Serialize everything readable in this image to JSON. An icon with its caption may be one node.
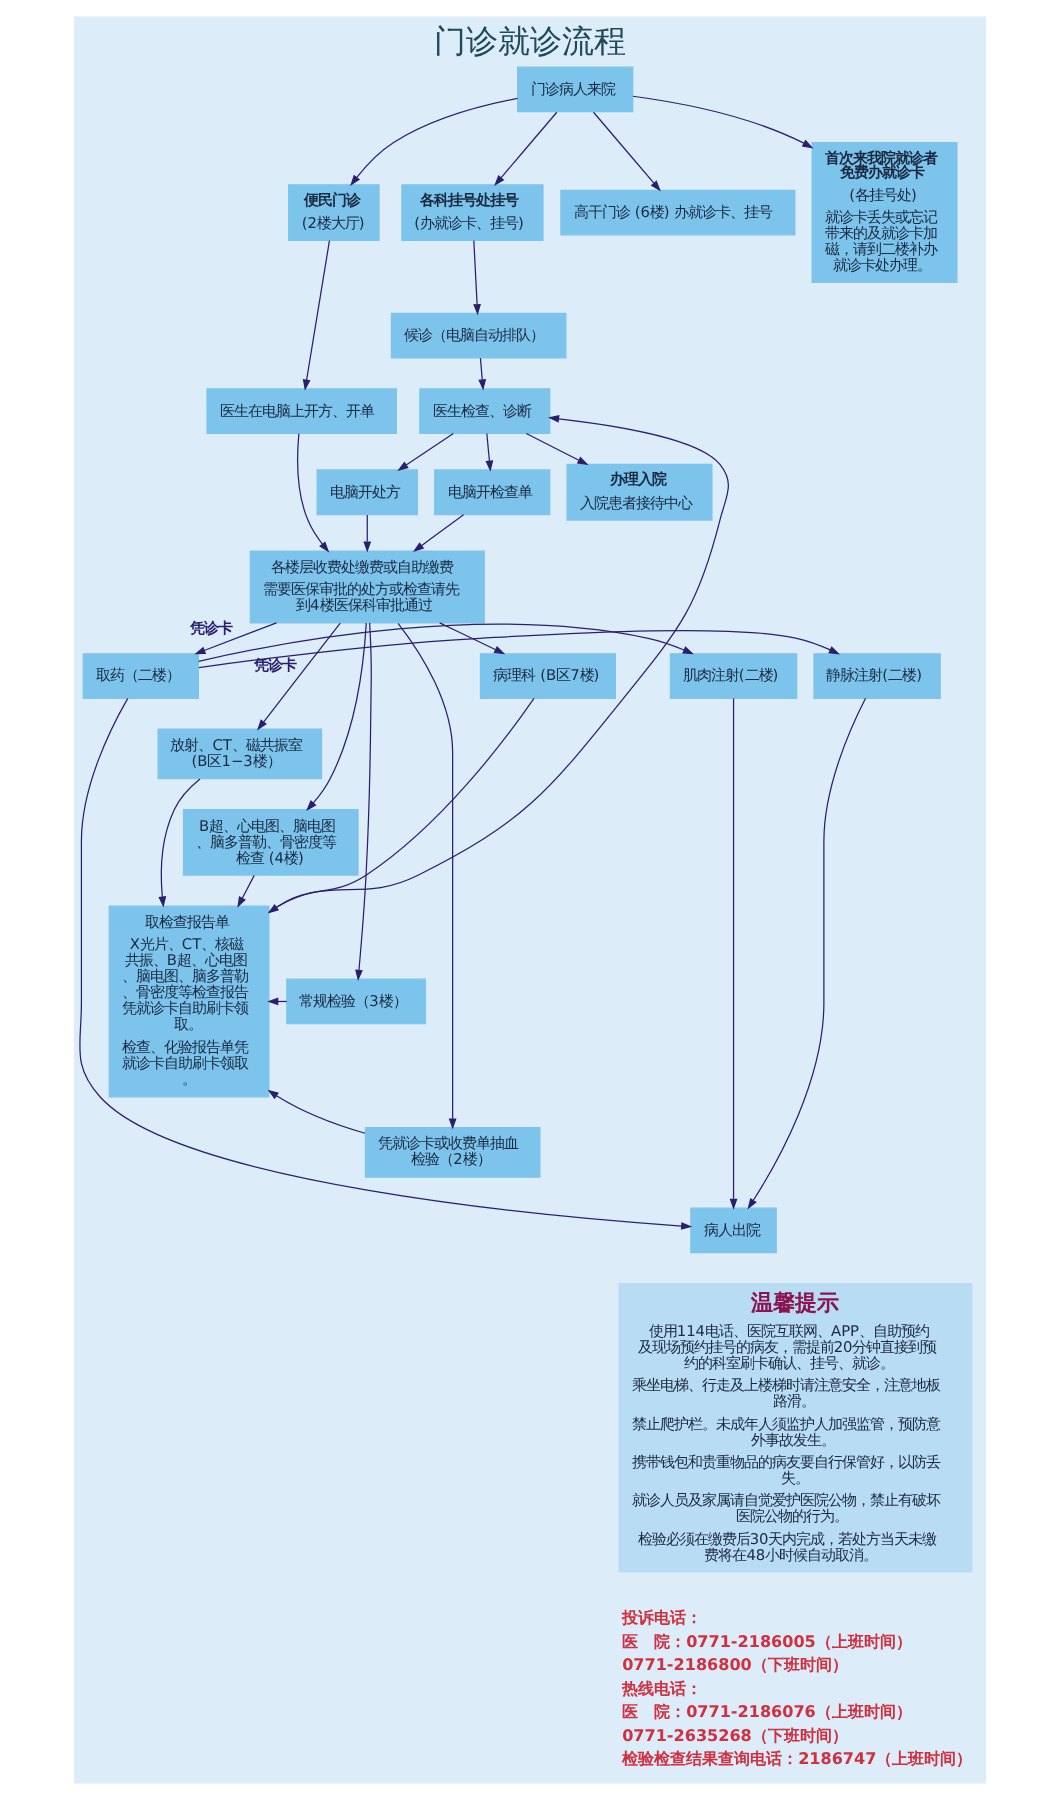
{
  "diagram": {
    "title": "门诊就诊流程",
    "nodes": [
      {
        "text": [
          "门诊病人来院"
        ]
      },
      {
        "text": [
          "便民门诊",
          "(2楼大厅)"
        ]
      },
      {
        "text": [
          "各科挂号处挂号",
          "(办就诊卡、挂号)"
        ]
      },
      {
        "text": [
          "高干门诊 (6楼) 办就诊卡、挂号"
        ]
      },
      {
        "text": [
          "首次来我院就诊者免费办就诊卡",
          "(各挂号处)",
          "就诊卡丢失或忘记带来的及就诊卡加磁，请到二楼补办就诊卡处办理。"
        ]
      },
      {
        "text": [
          "候诊（电脑自动排队）"
        ]
      },
      {
        "text": [
          "医生在电脑上开方、开单"
        ]
      },
      {
        "text": [
          "医生检查、诊断"
        ]
      },
      {
        "text": [
          "电脑开处方"
        ]
      },
      {
        "text": [
          "电脑开检查单"
        ]
      },
      {
        "text": [
          "办理入院",
          "入院患者接待中心"
        ]
      },
      {
        "text": [
          "各楼层收费处缴费或自助缴费",
          "需要医保审批的处方或检查请先到4楼医保科审批通过"
        ]
      },
      {
        "text": [
          "肌肉注射(二楼)"
        ]
      },
      {
        "text": [
          "取药（二楼）"
        ]
      },
      {
        "text": [
          "静脉注射(二楼)"
        ]
      },
      {
        "text": [
          "放射、CT、磁共振室 (B区1−3楼）"
        ]
      },
      {
        "text": [
          "B超、心电图、脑电图、脑多普勒、骨密度等检查 (4楼)"
        ]
      },
      {
        "text": [
          "常规检验（3楼）"
        ]
      },
      {
        "text": [
          "凭就诊卡或收费单抽血检验（2楼）"
        ]
      },
      {
        "text": [
          "病理科 (B区7楼)"
        ]
      },
      {
        "text": [
          "取检查报告单",
          "X光片、CT、核磁共振、B超、心电图、脑电图、脑多普勒、骨密度等检查报告凭就诊卡自助刷卡领取。",
          "检查、化验报告单凭就诊卡自助刷卡领取。"
        ]
      },
      {
        "text": [
          "病人出院"
        ]
      },
      {
        "text": [
          "温馨提示",
          "使用114电话、医院互联网、APP、自助预约及现场预约挂号的病友，需提前20分钟直接到预约的科室刷卡确认、挂号、就诊。",
          "乘坐电梯、行走及上楼梯时请注意安全，注意地板路滑。",
          "禁止爬护栏。未成年人须监护人加强监管，预防意外事故发生。",
          "携带钱包和贵重物品的病友要自行保管好，以防丢失。",
          "就诊人员及家属请自觉爱护医院公物，禁止有破坏医院公物的行为。",
          "检验必须在缴费后30天内完成，若处方当天未缴费将在48小时候自动取消。"
        ]
      }
    ],
    "edges": [
      {
        "from": 0,
        "to": 1,
        "arrow": "to"
      },
      {
        "from": 0,
        "to": 2,
        "arrow": "to"
      },
      {
        "from": 0,
        "to": 3,
        "arrow": "to"
      },
      {
        "from": 0,
        "to": 4,
        "arrow": "to"
      },
      {
        "from": 1,
        "to": 6,
        "arrow": "to"
      },
      {
        "from": 2,
        "to": 5,
        "arrow": "to"
      },
      {
        "from": 5,
        "to": 7,
        "arrow": "to"
      },
      {
        "from": 7,
        "to": 8,
        "arrow": "to"
      },
      {
        "from": 7,
        "to": 9,
        "arrow": "to"
      },
      {
        "from": 7,
        "to": 10,
        "arrow": "to"
      },
      {
        "from": 6,
        "to": 11,
        "arrow": "to"
      },
      {
        "from": 8,
        "to": 11,
        "arrow": "to"
      },
      {
        "from": 9,
        "to": 11,
        "arrow": "to"
      },
      {
        "from": 11,
        "to": 13,
        "arrow": "to",
        "label": "凭诊卡"
      },
      {
        "from": 13,
        "to": 12,
        "arrow": "to"
      },
      {
        "from": 13,
        "to": 14,
        "arrow": "to"
      },
      {
        "from": 11,
        "to": 15,
        "arrow": "to",
        "label": "凭诊卡"
      },
      {
        "from": 11,
        "to": 16,
        "arrow": "to"
      },
      {
        "from": 11,
        "to": 17,
        "arrow": "to"
      },
      {
        "from": 11,
        "to": 18,
        "arrow": "to"
      },
      {
        "from": 11,
        "to": 19,
        "arrow": "to"
      },
      {
        "from": 15,
        "to": 20,
        "arrow": "to"
      },
      {
        "from": 16,
        "to": 20,
        "arrow": "to"
      },
      {
        "from": 17,
        "to": 20,
        "arrow": "to"
      },
      {
        "from": 18,
        "to": 20,
        "arrow": "to"
      },
      {
        "from": 19,
        "to": 20,
        "arrow": "to"
      },
      {
        "from": 20,
        "to": 7,
        "arrow": "to"
      },
      {
        "from": 12,
        "to": 21,
        "arrow": "to"
      },
      {
        "from": 13,
        "to": 21,
        "arrow": "to"
      },
      {
        "from": 14,
        "to": 21,
        "arrow": "to"
      }
    ],
    "labels": [
      "投诉电话：",
      "医　院：0771-2186005（上班时间）",
      "0771-2186800（下班时间）",
      "热线电话：",
      "医　院：0771-2186076（上班时间）",
      "0771-2635268（下班时间）",
      "检验检查结果查询电话：2186747（上班时间）"
    ]
  }
}
